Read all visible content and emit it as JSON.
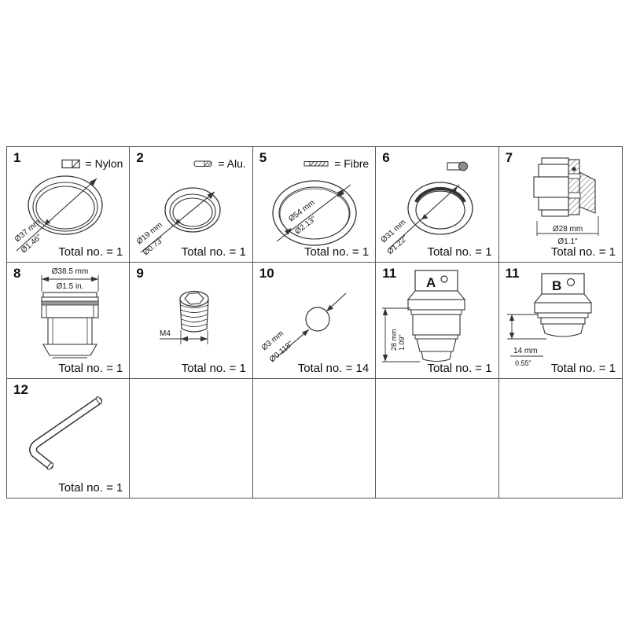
{
  "document": {
    "type": "spare-parts-overview-table"
  },
  "cells": {
    "c1": {
      "number": "1",
      "legend": "= Nylon",
      "dim_mm": "Ø37 mm",
      "dim_in": "Ø1.46\"",
      "total": "Total no. = 1"
    },
    "c2": {
      "number": "2",
      "legend": "= Alu.",
      "dim_mm": "Ø19 mm",
      "dim_in": "Ø0.73\"",
      "total": "Total no. = 1"
    },
    "c5": {
      "number": "5",
      "legend": "= Fibre",
      "dim_mm": "Ø54 mm",
      "dim_in": "Ø2.13\"",
      "total": "Total no. = 1"
    },
    "c6": {
      "number": "6",
      "dim_mm": "Ø31 mm",
      "dim_in": "Ø1.22\"",
      "total": "Total no. = 1"
    },
    "c7": {
      "number": "7",
      "dim_mm": "Ø28 mm",
      "dim_in": "Ø1.1\"",
      "total": "Total no. = 1"
    },
    "c8": {
      "number": "8",
      "dim_mm": "Ø38.5 mm",
      "dim_in": "Ø1.5 in.",
      "total": "Total no. = 1"
    },
    "c9": {
      "number": "9",
      "thread": "M4",
      "total": "Total no. = 1"
    },
    "c10": {
      "number": "10",
      "dim_mm": "Ø3 mm",
      "dim_in": "Ø0.118\"",
      "total": "Total no. = 14"
    },
    "c11a": {
      "number": "11",
      "mark": "A",
      "dim_mm": "28 mm",
      "dim_in": "1.09\"",
      "total": "Total no. = 1"
    },
    "c11b": {
      "number": "11",
      "mark": "B",
      "dim_mm": "14 mm",
      "dim_in": "0.55\"",
      "total": "Total no. = 1"
    },
    "c12": {
      "number": "12",
      "total": "Total no. = 1"
    }
  }
}
